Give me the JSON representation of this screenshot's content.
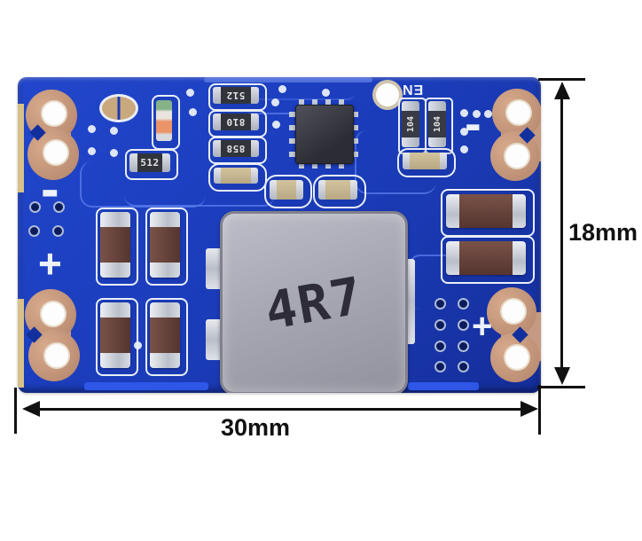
{
  "image_type": "product photo of a blue DC-DC buck converter PCB module with dimension callouts",
  "dimensions": {
    "width_label": "30mm",
    "height_label": "18mm"
  },
  "pcb": {
    "inductor_marking": "4R7",
    "enable_pin_label": "EN",
    "polarity_marks": {
      "input_minus": "-",
      "input_plus": "+",
      "output_minus": "-",
      "output_plus": "+"
    },
    "component_markings": {
      "resistor_col_1": "512",
      "resistor_col_2": "810",
      "resistor_col_3": "858",
      "resistor_led": "512",
      "resistor_en_1": "104",
      "resistor_en_2": "104"
    },
    "colors": {
      "board_blue": "#1c3fc0",
      "copper_pad": "#c49a82",
      "silkscreen_white": "#e9eef7",
      "inductor_gray": "#a7a8b3",
      "capacitor_brown": "#63413a",
      "annotation_black": "#111111"
    }
  }
}
